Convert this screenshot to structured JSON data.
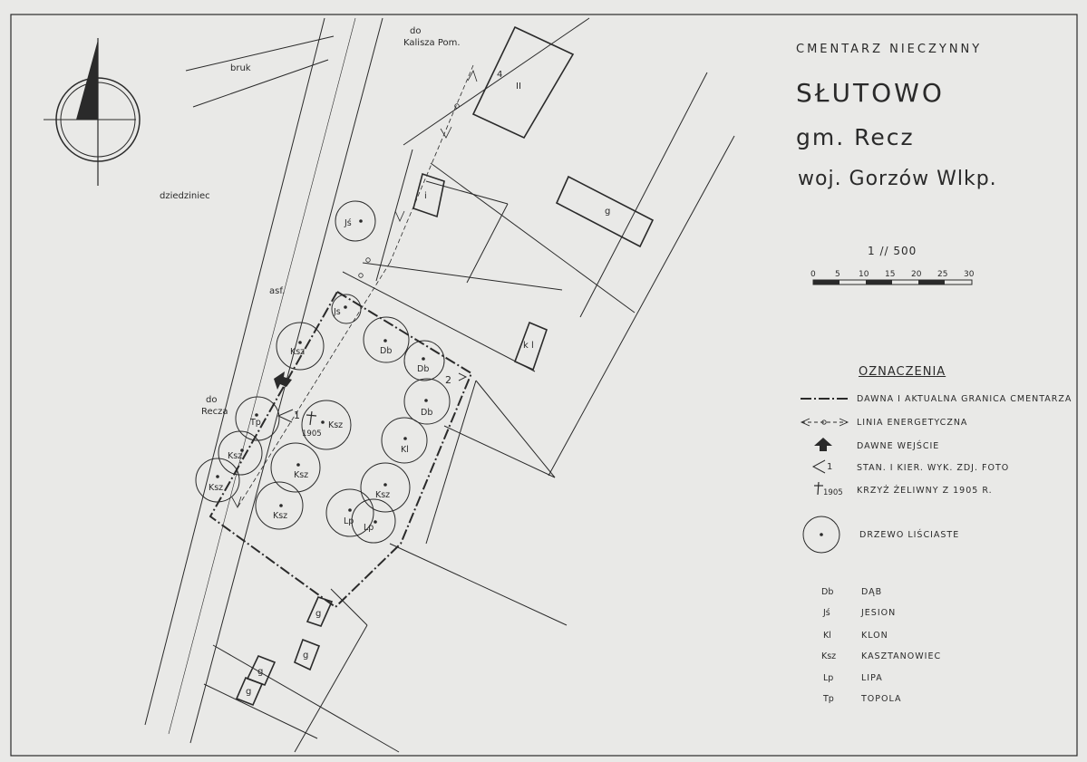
{
  "title": {
    "kind": "CMENTARZ NIECZYNNY",
    "place": "SŁUTOWO",
    "gmina": "gm. Recz",
    "voivodeship": "woj. Gorzów Wlkp."
  },
  "scale": {
    "text": "1 // 500",
    "ticks": [
      "0",
      "5",
      "10",
      "15",
      "20",
      "25",
      "30"
    ]
  },
  "map_labels": {
    "bruk": "bruk",
    "to_kalisz_1": "do",
    "to_kalisz_2": "Kalisza Pom.",
    "courtyard": "dziedziniec",
    "asphalt": "asf.",
    "to_recz_1": "do",
    "to_recz_2": "Recza",
    "building_4": "4",
    "building_II": "II",
    "building_i": "i",
    "building_g_large": "g",
    "building_kl": "k l",
    "garage_1": "g",
    "garage_2": "g",
    "garage_3": "g",
    "garage_4": "g",
    "photo_1": "1",
    "photo_2": "2",
    "cross_year": "1905"
  },
  "trees": [
    {
      "code": "Jś"
    },
    {
      "code": "Js"
    },
    {
      "code": "Ksz"
    },
    {
      "code": "Db"
    },
    {
      "code": "Db"
    },
    {
      "code": "Db"
    },
    {
      "code": "Tp"
    },
    {
      "code": "Ksz"
    },
    {
      "code": "Kl"
    },
    {
      "code": "Ksz"
    },
    {
      "code": "Ksz"
    },
    {
      "code": "Ksz"
    },
    {
      "code": "Ksz"
    },
    {
      "code": "Ksz"
    },
    {
      "code": "Lp"
    },
    {
      "code": "Lp"
    }
  ],
  "legend": {
    "title": "OZNACZENIA",
    "items": [
      {
        "icon": "boundary-dash-dot-line",
        "label": "DAWNA I AKTUALNA GRANICA CMENTARZA"
      },
      {
        "icon": "power-line-arrows",
        "label": "LINIA ENERGETYCZNA"
      },
      {
        "icon": "entrance-arrow-icon",
        "label": "DAWNE WEJŚCIE"
      },
      {
        "icon": "camera-angle-icon",
        "label": "STAN. I KIER. WYK. ZDJ. FOTO",
        "symbol": "1"
      },
      {
        "icon": "cross-icon",
        "label": "KRZYŻ ŻELIWNY Z 1905 R.",
        "symbol": "1905"
      },
      {
        "icon": "tree-circle-icon",
        "label": "DRZEWO LIŚCIASTE"
      }
    ],
    "abbreviations": [
      {
        "code": "Db",
        "name": "DĄB"
      },
      {
        "code": "Jś",
        "name": "JESION"
      },
      {
        "code": "Kl",
        "name": "KLON"
      },
      {
        "code": "Ksz",
        "name": "KASZTANOWIEC"
      },
      {
        "code": "Lp",
        "name": "LIPA"
      },
      {
        "code": "Tp",
        "name": "TOPOLA"
      }
    ]
  },
  "colors": {
    "paper": "#e9e9e7",
    "ink": "#2a2a2a"
  }
}
